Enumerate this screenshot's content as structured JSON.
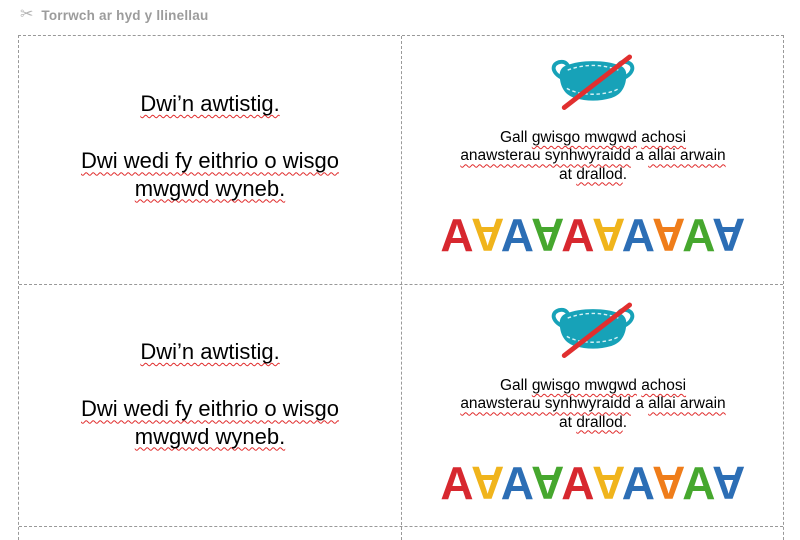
{
  "header": {
    "scissors_icon": "✂",
    "label": "Torrwch ar hyd y llinellau"
  },
  "left_card": {
    "line1": [
      {
        "t": "Dwi’n awtistig.",
        "sq": true
      }
    ],
    "line2": [
      {
        "t": "Dwi wedi fy eithrio o wisgo",
        "sq": true
      }
    ],
    "line3": [
      {
        "t": "mwgwd wyneb.",
        "sq": true
      }
    ]
  },
  "right_card": {
    "line1": [
      {
        "t": "Gall ",
        "sq": false
      },
      {
        "t": "gwisgo mwgwd",
        "sq": true
      },
      {
        "t": " ",
        "sq": false
      },
      {
        "t": "achosi",
        "sq": true
      }
    ],
    "line2": [
      {
        "t": "anawsterau synhwyraidd",
        "sq": true
      },
      {
        "t": " a ",
        "sq": false
      },
      {
        "t": "allai arwain",
        "sq": true
      }
    ],
    "line3": [
      {
        "t": "at ",
        "sq": false
      },
      {
        "t": "drallod",
        "sq": true
      },
      {
        "t": ".",
        "sq": false
      }
    ],
    "icon_colors": {
      "mask": "#17a2b8",
      "slash": "#e12f2f"
    },
    "logo_letters": [
      {
        "ch": "A",
        "color": "#d7282f",
        "flip": false
      },
      {
        "ch": "A",
        "color": "#f0b41c",
        "flip": true
      },
      {
        "ch": "A",
        "color": "#2c6eb5",
        "flip": false
      },
      {
        "ch": "A",
        "color": "#46a72e",
        "flip": true
      },
      {
        "ch": "A",
        "color": "#d7282f",
        "flip": false
      },
      {
        "ch": "A",
        "color": "#f0b41c",
        "flip": true
      },
      {
        "ch": "A",
        "color": "#2c6eb5",
        "flip": false
      },
      {
        "ch": "A",
        "color": "#ef7d1a",
        "flip": true
      },
      {
        "ch": "A",
        "color": "#46a72e",
        "flip": false
      },
      {
        "ch": "A",
        "color": "#2c6eb5",
        "flip": true
      }
    ]
  }
}
